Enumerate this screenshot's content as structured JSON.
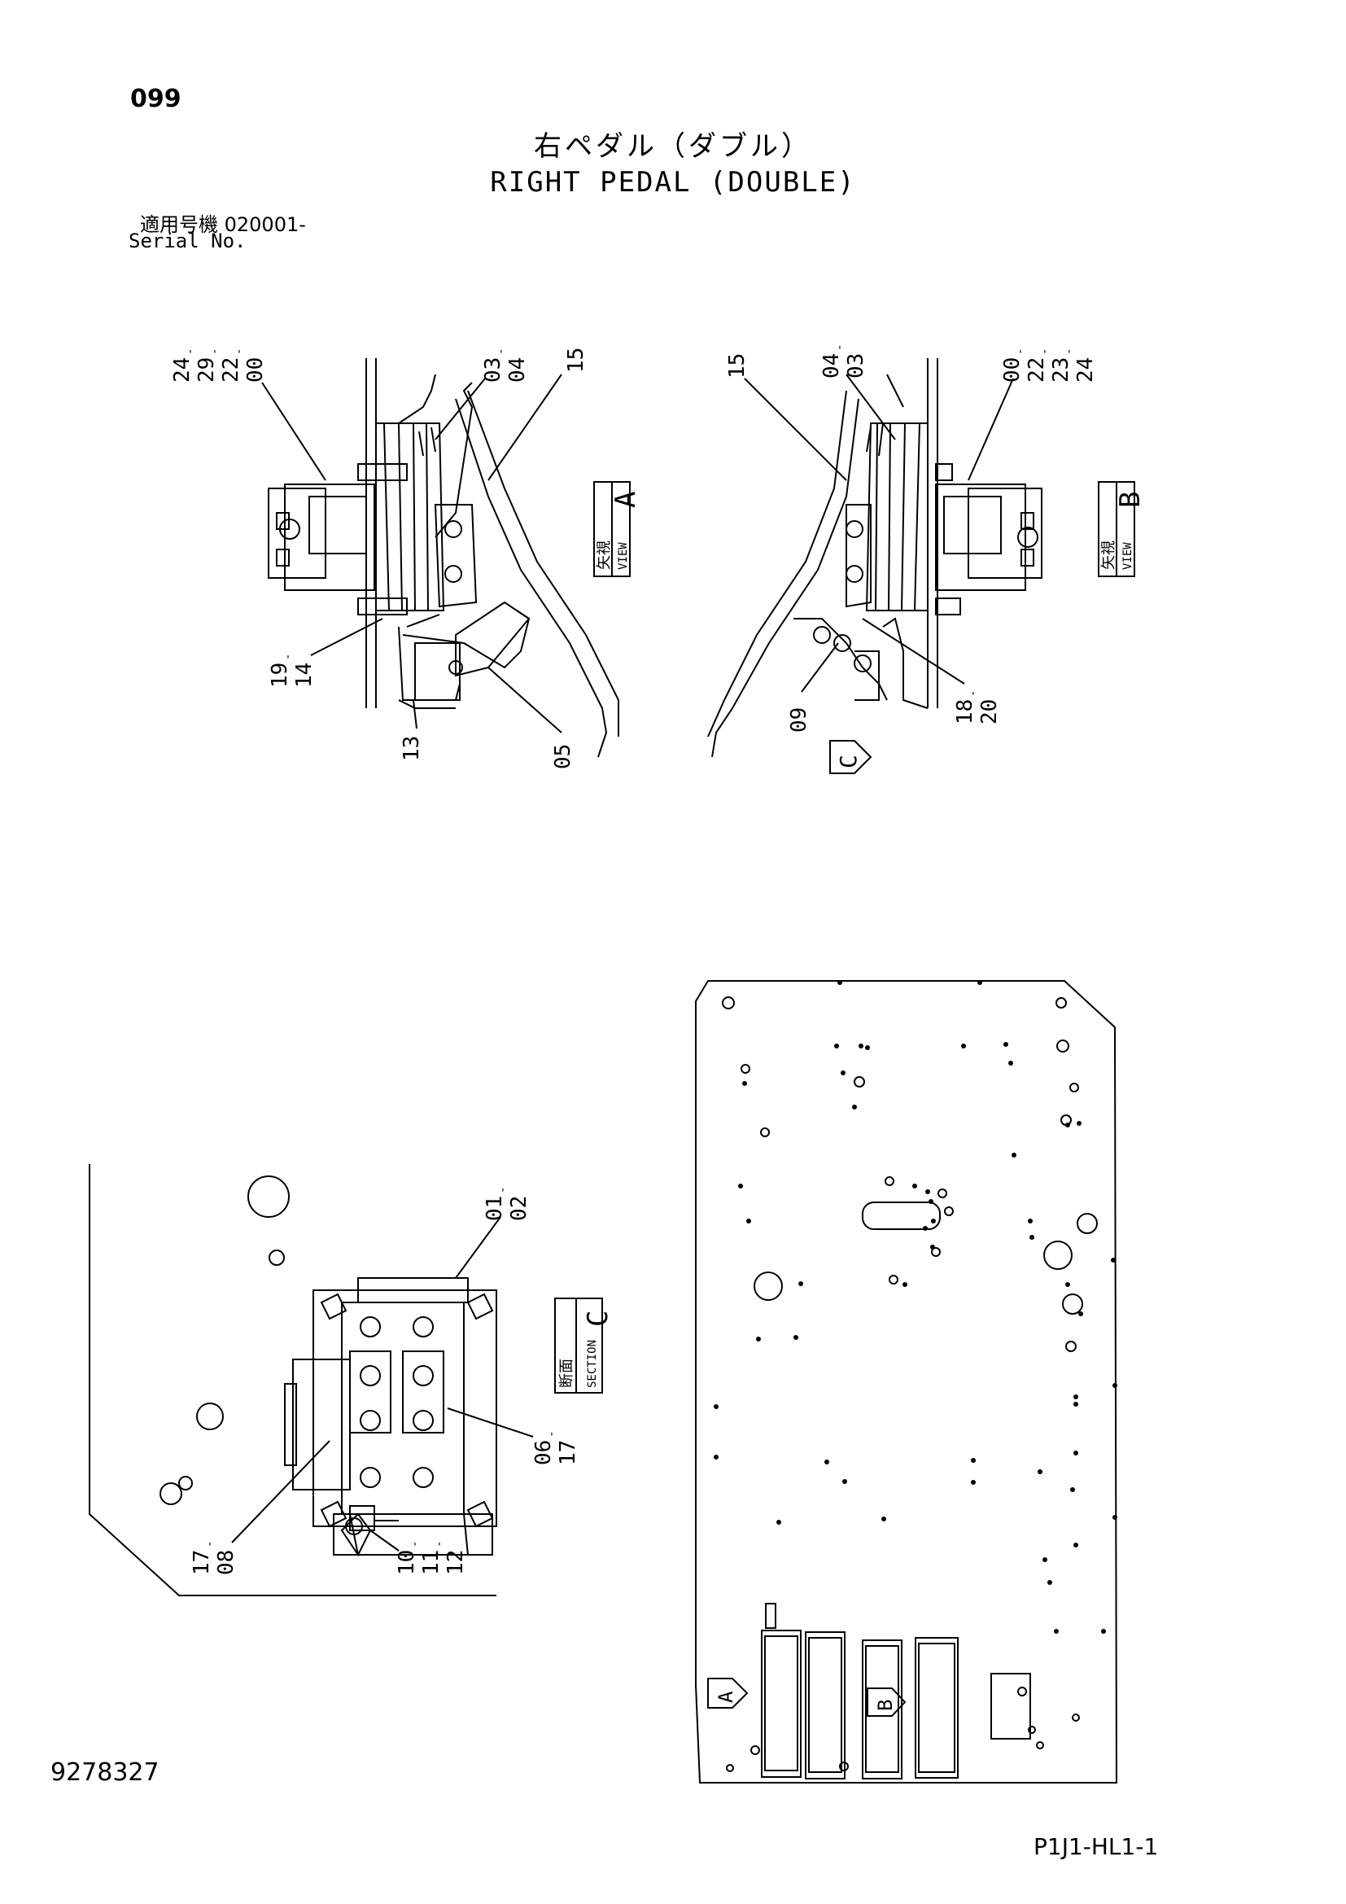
{
  "header": {
    "page_number": "099",
    "title_jp": "右ペダル（ダブル）",
    "title_en": "RIGHT PEDAL (DOUBLE)",
    "serial_label_jp": "適用号機 020001-",
    "serial_label_en": "Serial No."
  },
  "view_a": {
    "tag_letter": "A",
    "tag_jp": "矢視",
    "tag_en": "VIEW",
    "callouts": [
      "24",
      "29",
      "22",
      "00",
      "03",
      "04",
      "15",
      "19",
      "14",
      "13",
      "05"
    ]
  },
  "view_b": {
    "tag_letter": "B",
    "tag_jp": "矢視",
    "tag_en": "VIEW",
    "arrow_letter": "C",
    "callouts": [
      "15",
      "04",
      "03",
      "00",
      "22",
      "23",
      "24",
      "09",
      "18",
      "20"
    ]
  },
  "section_c": {
    "tag_letter": "C",
    "tag_jp": "断面",
    "tag_en": "SECTION",
    "callouts": [
      "01",
      "02",
      "06",
      "17",
      "17",
      "08",
      "10",
      "11",
      "12"
    ]
  },
  "floor_plate": {
    "arrow_a": "A",
    "arrow_b": "B"
  },
  "footer": {
    "drawing_number": "9278327",
    "page_reference": "P1J1-HL1-1"
  }
}
